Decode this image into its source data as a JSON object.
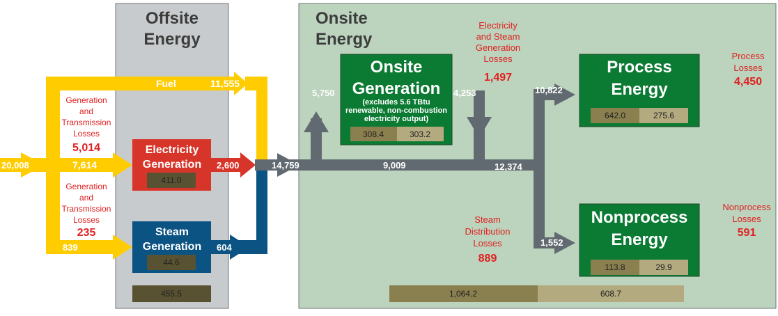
{
  "sections": {
    "offsite": "Offsite\nEnergy",
    "onsite": "Onsite\nEnergy"
  },
  "colors": {
    "fuel": "#ffcc00",
    "electricity": "#d8352a",
    "steam": "#0a5382",
    "onsite_flow": "#626a71",
    "box_green": "#0b7a32",
    "offsite_bg": "#c8cbcd",
    "onsite_bg": "#bcd4be",
    "dark_bar": "#8a7f4e",
    "light_bar": "#b4aa7f",
    "darkest_bar": "#595232"
  },
  "flows": {
    "input_total": "20,008",
    "fuel": "11,555",
    "electricity_input": "7,614",
    "steam_input": "839",
    "electricity_output": "2,600",
    "steam_output": "604",
    "onsite_total": "14,759",
    "onsite_generation_input": "5,750",
    "onsite_generation_output": "4,253",
    "bypass": "9,009",
    "delivered_total": "12,374",
    "process": "10,822",
    "nonprocess": "1,552"
  },
  "offsite_losses": {
    "electricity": {
      "label": "Generation\nand\nTransmission\nLosses",
      "value": "5,014"
    },
    "steam": {
      "label": "Generation\nand\nTransmission\nLosses",
      "value": "235"
    }
  },
  "offsite_boxes": {
    "electricity": {
      "title": "Electricity\nGeneration",
      "value": "411.0"
    },
    "steam": {
      "title": "Steam\nGeneration",
      "value": "44.6"
    },
    "total": "455.5"
  },
  "onsite_generation": {
    "title": "Onsite\nGeneration",
    "note": "(excludes 5.6 TBtu\nrenewable, non-combustion\nelectricity output)",
    "values": [
      "308.4",
      "303.2"
    ],
    "losses_label": "Electricity\nand Steam\nGeneration\nLosses",
    "losses_value": "1,497"
  },
  "steam_distribution": {
    "label": "Steam\nDistribution\nLosses",
    "value": "889"
  },
  "process": {
    "title": "Process\nEnergy",
    "values": [
      "642.0",
      "275.6"
    ],
    "losses_label": "Process\nLosses",
    "losses_value": "4,450"
  },
  "nonprocess": {
    "title": "Nonprocess\nEnergy",
    "values": [
      "113.8",
      "29.9"
    ],
    "losses_label": "Nonprocess\nLosses",
    "losses_value": "591"
  },
  "onsite_totals": [
    "1,064.2",
    "608.7"
  ]
}
